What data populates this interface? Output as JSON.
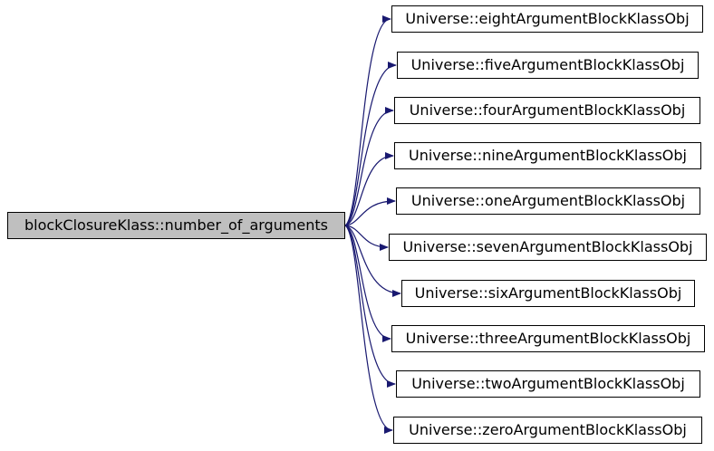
{
  "graph": {
    "source": {
      "label": "blockClosureKlass::number_of_arguments"
    },
    "targets": [
      {
        "label": "Universe::eightArgumentBlockKlassObj"
      },
      {
        "label": "Universe::fiveArgumentBlockKlassObj"
      },
      {
        "label": "Universe::fourArgumentBlockKlassObj"
      },
      {
        "label": "Universe::nineArgumentBlockKlassObj"
      },
      {
        "label": "Universe::oneArgumentBlockKlassObj"
      },
      {
        "label": "Universe::sevenArgumentBlockKlassObj"
      },
      {
        "label": "Universe::sixArgumentBlockKlassObj"
      },
      {
        "label": "Universe::threeArgumentBlockKlassObj"
      },
      {
        "label": "Universe::twoArgumentBlockKlassObj"
      },
      {
        "label": "Universe::zeroArgumentBlockKlassObj"
      }
    ],
    "colors": {
      "edge": "#191970",
      "source_fill": "#bfbfbf",
      "target_fill": "#ffffff",
      "border": "#000000"
    }
  }
}
